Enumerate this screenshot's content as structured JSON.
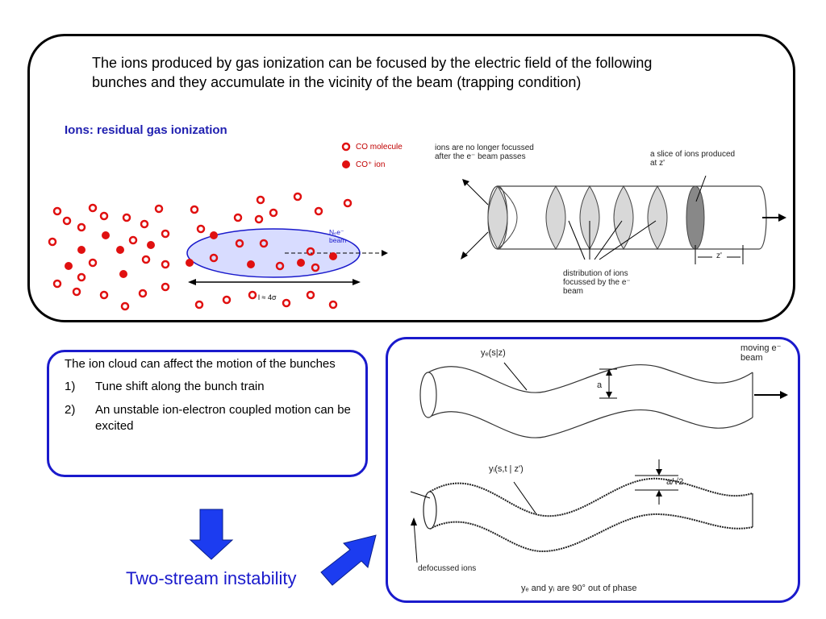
{
  "intro_text": "The ions produced by gas ionization can be focused by the electric field of the following bunches and they accumulate in the vicinity of the beam (trapping condition)",
  "ions_title": "Ions: residual gas ionization",
  "legend": {
    "molecule": "CO molecule",
    "ion": "CO⁺ ion"
  },
  "beam_label": "Nₑe⁻ beam",
  "length_label": "l ≈ 4σ",
  "trap_figure": {
    "no_longer_focussed": "ions are no longer focussed after the e⁻ beam passes",
    "slice_label": "a slice of ions produced at z'",
    "distribution_label": "distribution of ions focussed by the e⁻ beam",
    "z_label": "z'"
  },
  "effects": {
    "intro": "The ion cloud can affect the motion of the bunches",
    "items": [
      {
        "num": "1)",
        "text": "Tune shift along the bunch train"
      },
      {
        "num": "2)",
        "text": "An unstable ion-electron coupled motion can be excited"
      }
    ]
  },
  "instability_label": "Two-stream instability",
  "wave_figure": {
    "ye_label": "yₑ(s|z)",
    "moving_beam": "moving e⁻ beam",
    "a_label": "a",
    "yi_label": "yᵢ(s,t | z')",
    "a_sqrt2": "a/√2",
    "defocussed": "defocussed ions",
    "phase_note": "yₑ and yᵢ are 90° out of phase"
  },
  "colors": {
    "blue_text": "#1f1fb0",
    "box_blue": "#1a1acc",
    "ion_red": "#e01010",
    "arrow_blue": "#1c3cf0",
    "beam_fill": "#d8dcff"
  }
}
